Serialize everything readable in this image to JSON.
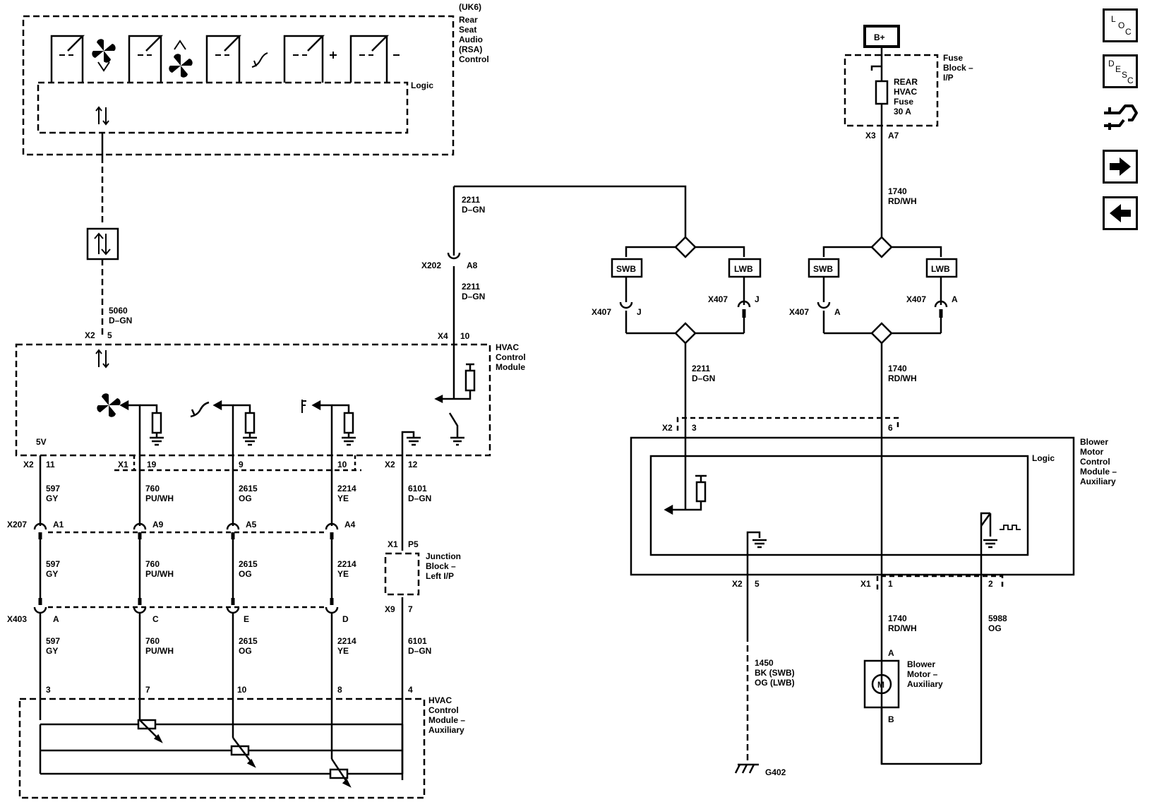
{
  "toolbar": {
    "loc_letters": [
      "L",
      "O",
      "C"
    ],
    "desc_letters": [
      "D",
      "E",
      "S",
      "C"
    ]
  },
  "modules": {
    "rsa": [
      "(UK6)",
      "Rear",
      "Seat",
      "Audio",
      "(RSA)",
      "Control"
    ],
    "rsa_logic": "Logic",
    "hvac": [
      "HVAC",
      "Control",
      "Module"
    ],
    "hvac_aux": [
      "HVAC",
      "Control",
      "Module –",
      "Auxiliary"
    ],
    "junction": [
      "Junction",
      "Block –",
      "Left I/P"
    ],
    "bmcm": [
      "Blower",
      "Motor",
      "Control",
      "Module –",
      "Auxiliary"
    ],
    "bmcm_logic": "Logic",
    "fuse_block": [
      "Fuse",
      "Block –",
      "I/P"
    ],
    "fuse": [
      "REAR",
      "HVAC",
      "Fuse",
      "30 A"
    ],
    "battery": "B+",
    "blower_motor": [
      "Blower",
      "Motor –",
      "Auxiliary"
    ],
    "motor_symbol": "M",
    "ground": "G402",
    "five_volt": "5V"
  },
  "variants": {
    "swb": "SWB",
    "lwb": "LWB"
  },
  "connectors": {
    "x2": "X2",
    "x1": "X1",
    "x3": "X3",
    "x4": "X4",
    "x9": "X9",
    "x202": "X202",
    "x207": "X207",
    "x403": "X403",
    "x407": "X407"
  },
  "pins": {
    "p5": "5",
    "p10": "10",
    "p11": "11",
    "p19": "19",
    "p9": "9",
    "p12": "12",
    "a8": "A8",
    "a1": "A1",
    "a9": "A9",
    "a5": "A5",
    "a4": "A4",
    "pa": "A",
    "pc": "C",
    "pe": "E",
    "pd": "D",
    "p7": "7",
    "jp5": "P5",
    "p3": "3",
    "p10b": "10",
    "p8": "8",
    "p4": "4",
    "j": "J",
    "pa2": "A",
    "a7": "A7",
    "b3": "3",
    "b6": "6",
    "b5": "5",
    "b1": "1",
    "b2": "2",
    "ma": "A",
    "mb": "B"
  },
  "wires": {
    "w5060": [
      "5060",
      "D–GN"
    ],
    "w2211": [
      "2211",
      "D–GN"
    ],
    "w597": [
      "597",
      "GY"
    ],
    "w760": [
      "760",
      "PU/WH"
    ],
    "w2615": [
      "2615",
      "OG"
    ],
    "w2214": [
      "2214",
      "YE"
    ],
    "w6101": [
      "6101",
      "D–GN"
    ],
    "w1740": [
      "1740",
      "RD/WH"
    ],
    "w5988": [
      "5988",
      "OG"
    ],
    "w1450": [
      "1450",
      "BK (SWB)",
      "OG (LWB)"
    ]
  }
}
